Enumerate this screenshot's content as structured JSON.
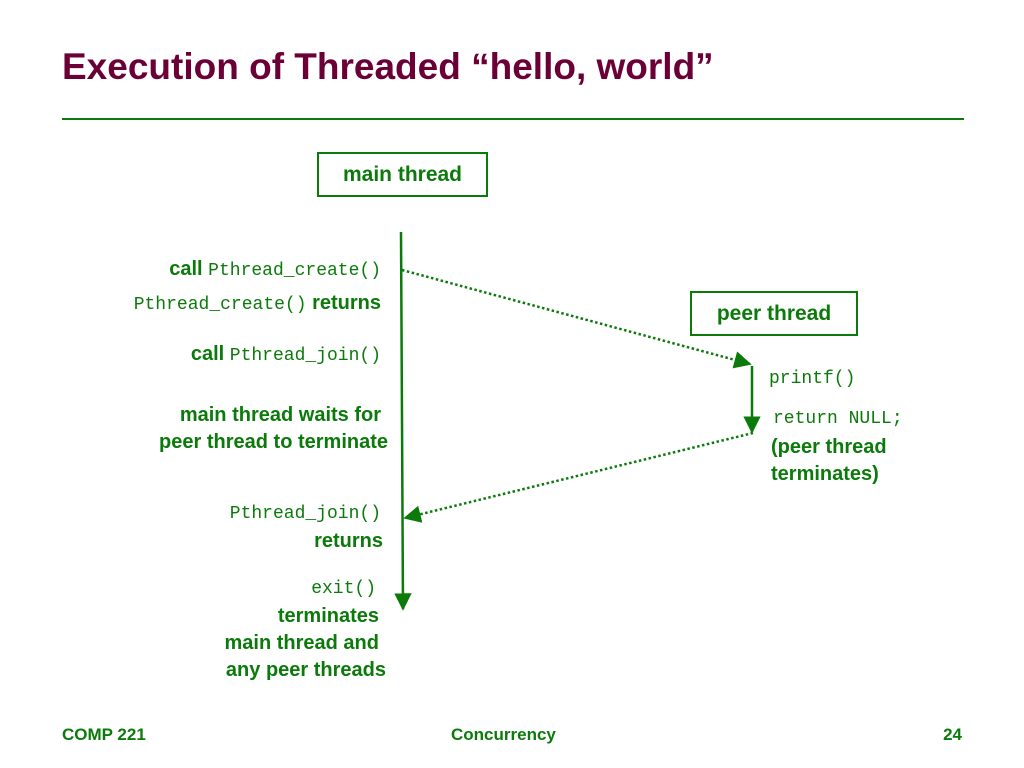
{
  "title": "Execution of Threaded “hello, world”",
  "boxes": {
    "main": "main thread",
    "peer": "peer thread"
  },
  "left_labels": {
    "call_create": {
      "text": "call ",
      "code": "Pthread_create()"
    },
    "create_returns": {
      "code": "Pthread_create()",
      "text": " returns"
    },
    "call_join": {
      "text": "call ",
      "code": "Pthread_join()"
    },
    "wait_line1": "main thread waits for",
    "wait_line2": "peer thread to terminate",
    "join_returns_code": "Pthread_join()",
    "join_returns_text": "returns",
    "exit_code": "exit()",
    "exit_line1": "terminates",
    "exit_line2": "main thread and",
    "exit_line3": "any peer threads"
  },
  "right_labels": {
    "printf": "printf()",
    "return_null": "return NULL;",
    "term_line1": "(peer thread",
    "term_line2": "terminates)"
  },
  "footer": {
    "left": "COMP 221",
    "center": "Concurrency",
    "right": "24"
  },
  "colors": {
    "accent": "#0b7a0b",
    "title": "#6b0036"
  }
}
